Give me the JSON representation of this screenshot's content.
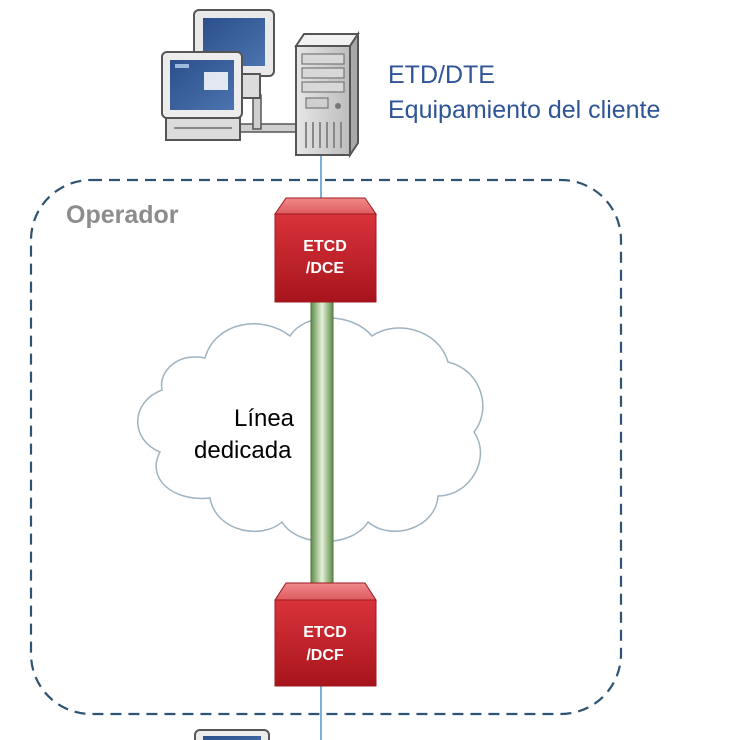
{
  "customer_equipment": {
    "line1": "ETD/DTE",
    "line2": "Equipamiento del cliente"
  },
  "operator": {
    "label": "Operador"
  },
  "top_device": {
    "line1": "ETCD",
    "line2": "/DCE"
  },
  "bottom_device": {
    "line1": "ETCD",
    "line2": "/DCF"
  },
  "cloud": {
    "line1": "Línea",
    "line2": "dedicada"
  },
  "colors": {
    "device_red": "#c8222b",
    "dashed_border": "#2e5373",
    "link_line": "#5b9bd5",
    "label_blue": "#2f5597",
    "operator_gray": "#8c8c8c",
    "dedicated_line_green": "#8fb878"
  }
}
